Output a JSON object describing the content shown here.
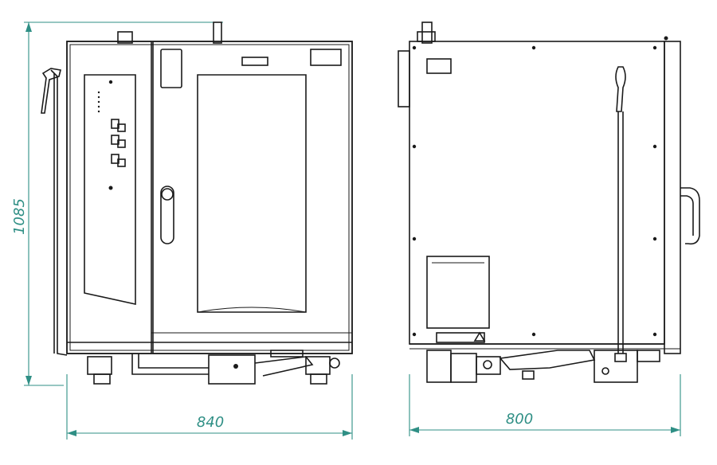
{
  "dimensions": {
    "height_label": "1085",
    "front_width_label": "840",
    "side_depth_label": "800"
  },
  "colors": {
    "outline": "#1a1a1a",
    "dimension": "#2f8f85",
    "background": "#ffffff"
  },
  "views": [
    {
      "name": "front-view"
    },
    {
      "name": "side-view"
    }
  ]
}
